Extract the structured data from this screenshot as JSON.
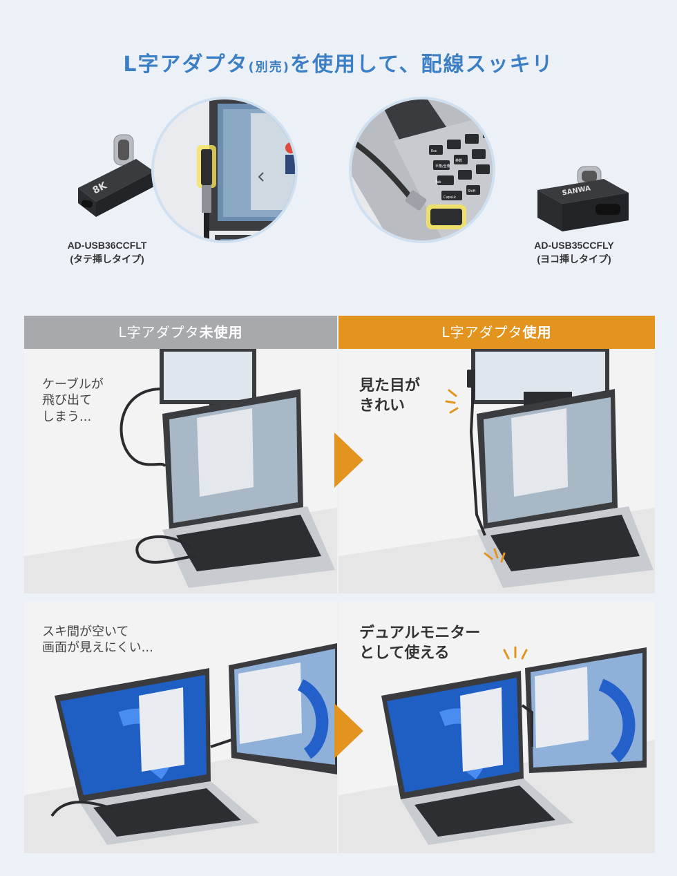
{
  "title": {
    "main_part1": "L字アダプタ",
    "paren": "(別売)",
    "main_part2": "を使用して、配線スッキリ"
  },
  "products": [
    {
      "model": "AD-USB36CCFLT",
      "type": "(タテ挿しタイプ)"
    },
    {
      "model": "AD-USB35CCFLY",
      "type": "(ヨコ挿しタイプ)"
    }
  ],
  "adapter_marks": {
    "left": "8K",
    "right": "SANWA"
  },
  "keyboard_keys": [
    "Esc",
    "Tab",
    "CapsLk",
    "Shift",
    "半角/全角",
    "英数"
  ],
  "comparison": {
    "header_unused_prefix": "L字アダプタ",
    "header_unused_bold": "未使用",
    "header_used_prefix": "L字アダプタ",
    "header_used_bold": "使用",
    "panel1_caption": "ケーブルが\n飛び出て\nしまう...",
    "panel2_caption": "見た目が\nきれい",
    "panel3_caption": "スキ間が空いて\n画面が見えにくい...",
    "panel4_caption": "デュアルモニター\nとして使える"
  },
  "colors": {
    "title_blue": "#3d7fc4",
    "accent_orange": "#e2941f",
    "header_gray": "#a7a9ac",
    "background": "#ebf1f7"
  }
}
